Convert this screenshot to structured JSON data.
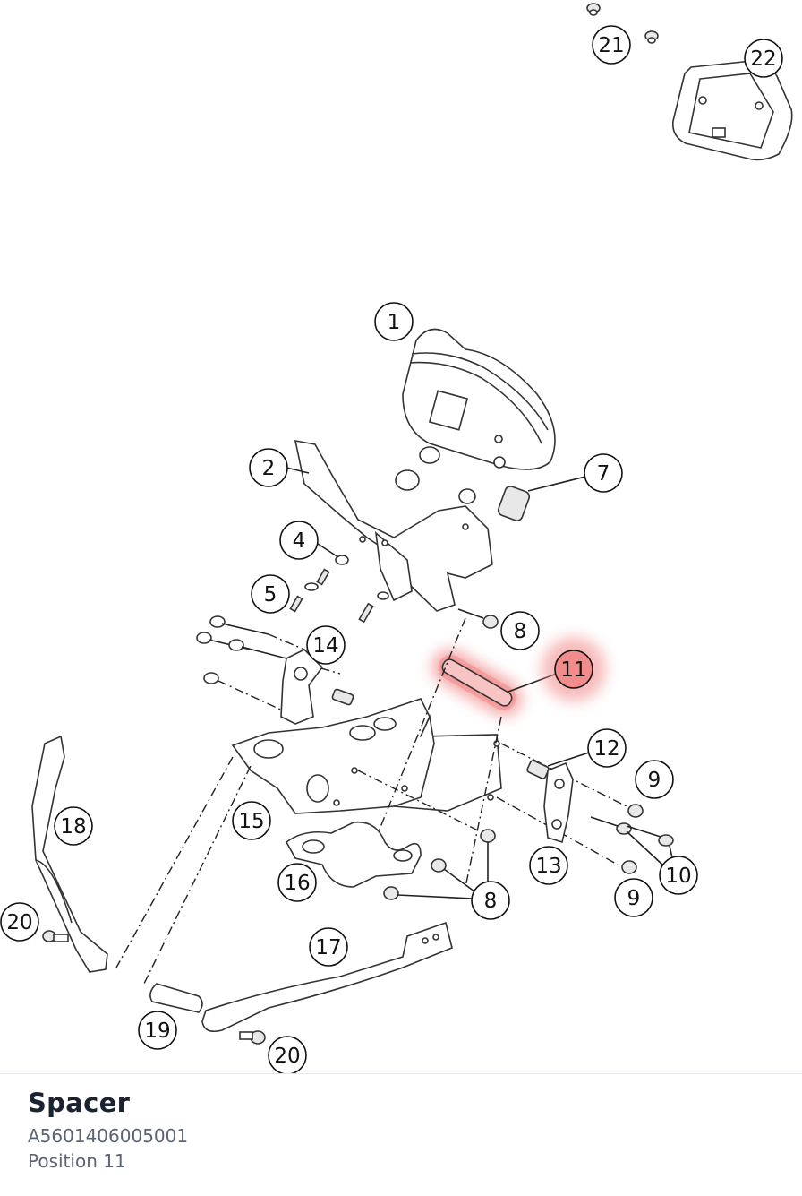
{
  "diagram": {
    "callouts": [
      {
        "id": "1",
        "label": "1"
      },
      {
        "id": "2",
        "label": "2"
      },
      {
        "id": "4",
        "label": "4"
      },
      {
        "id": "5",
        "label": "5"
      },
      {
        "id": "7",
        "label": "7"
      },
      {
        "id": "8a",
        "label": "8"
      },
      {
        "id": "8b",
        "label": "8"
      },
      {
        "id": "9a",
        "label": "9"
      },
      {
        "id": "9b",
        "label": "9"
      },
      {
        "id": "10",
        "label": "10"
      },
      {
        "id": "11",
        "label": "11",
        "highlighted": true
      },
      {
        "id": "12",
        "label": "12"
      },
      {
        "id": "13",
        "label": "13"
      },
      {
        "id": "14",
        "label": "14"
      },
      {
        "id": "15",
        "label": "15"
      },
      {
        "id": "16",
        "label": "16"
      },
      {
        "id": "17",
        "label": "17"
      },
      {
        "id": "18",
        "label": "18"
      },
      {
        "id": "19",
        "label": "19"
      },
      {
        "id": "20a",
        "label": "20"
      },
      {
        "id": "20b",
        "label": "20"
      },
      {
        "id": "21",
        "label": "21"
      },
      {
        "id": "22",
        "label": "22"
      }
    ],
    "highlight_color": "#f28b8b"
  },
  "selected_part": {
    "name": "Spacer",
    "number": "A5601406005001",
    "position": "Position 11"
  }
}
